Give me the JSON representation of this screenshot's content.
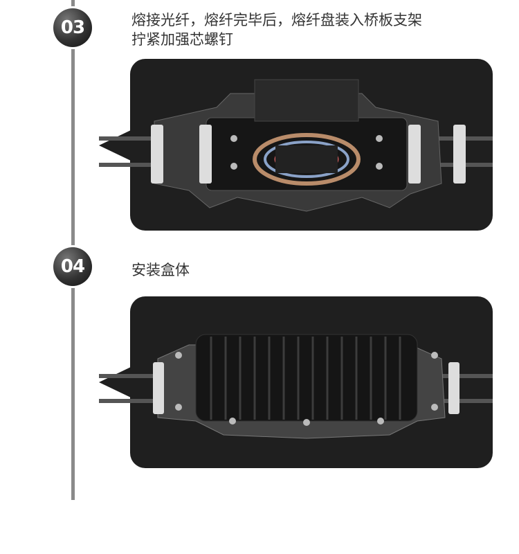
{
  "steps": [
    {
      "number": "03",
      "line1": "熔接光纤，熔纤完毕后，熔纤盘装入桥板支架",
      "line2": "拧紧加强芯螺钉",
      "image": "open-closure-with-splice-tray"
    },
    {
      "number": "04",
      "line1": "安装盒体",
      "line2": "",
      "image": "closed-closure-housing"
    }
  ],
  "colors": {
    "panel": "#1f1f1f",
    "timeline": "#8a8a8a",
    "text": "#333333"
  }
}
